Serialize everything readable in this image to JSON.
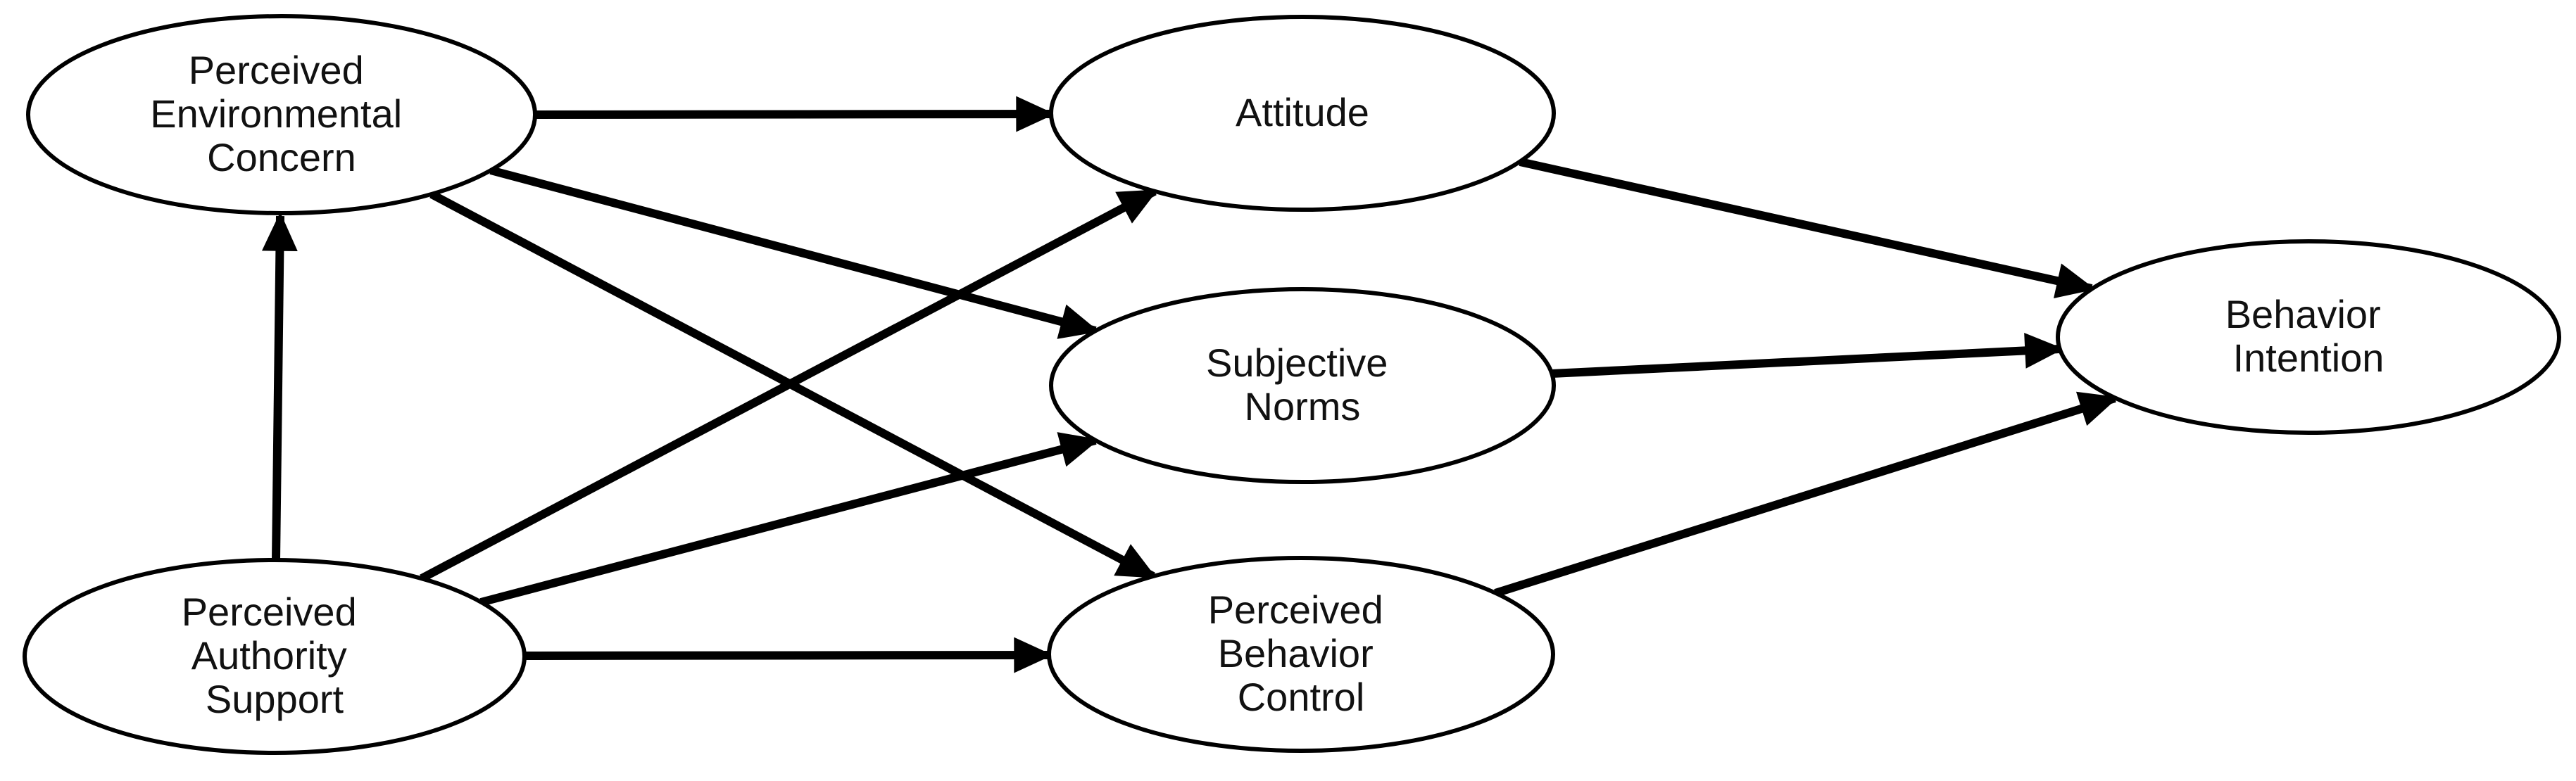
{
  "diagram": {
    "type": "path-model",
    "colors": {
      "ink": "#000000",
      "background": "#ffffff"
    },
    "nodes": [
      {
        "id": "perceived-environmental-concern",
        "label": "Perceived Environmental Concern",
        "label_lines": [
          "Perceived",
          "Environmental",
          "Concern"
        ]
      },
      {
        "id": "perceived-authority-support",
        "label": "Perceived Authority Support",
        "label_lines": [
          "Perceived",
          "Authority",
          "Support"
        ]
      },
      {
        "id": "attitude",
        "label": "Attitude",
        "label_lines": [
          "Attitude"
        ]
      },
      {
        "id": "subjective-norms",
        "label": "Subjective Norms",
        "label_lines": [
          "Subjective",
          "Norms"
        ]
      },
      {
        "id": "perceived-behavior-control",
        "label": "Perceived Behavior Control",
        "label_lines": [
          "Perceived",
          "Behavior",
          "Control"
        ]
      },
      {
        "id": "behavior-intention",
        "label": "Behavior Intention",
        "label_lines": [
          "Behavior",
          "Intention"
        ]
      }
    ],
    "edges": [
      {
        "from": "Perceived Authority Support",
        "to": "Perceived Environmental Concern",
        "style": "solid-arrow"
      },
      {
        "from": "Perceived Environmental Concern",
        "to": "Attitude",
        "style": "solid-arrow"
      },
      {
        "from": "Perceived Environmental Concern",
        "to": "Subjective Norms",
        "style": "solid-arrow"
      },
      {
        "from": "Perceived Environmental Concern",
        "to": "Perceived Behavior Control",
        "style": "solid-arrow"
      },
      {
        "from": "Perceived Authority Support",
        "to": "Attitude",
        "style": "solid-arrow"
      },
      {
        "from": "Perceived Authority Support",
        "to": "Subjective Norms",
        "style": "solid-arrow"
      },
      {
        "from": "Perceived Authority Support",
        "to": "Perceived Behavior Control",
        "style": "solid-arrow"
      },
      {
        "from": "Attitude",
        "to": "Behavior Intention",
        "style": "solid-arrow"
      },
      {
        "from": "Subjective Norms",
        "to": "Behavior Intention",
        "style": "solid-arrow"
      },
      {
        "from": "Perceived Behavior Control",
        "to": "Behavior Intention",
        "style": "solid-arrow"
      }
    ]
  }
}
